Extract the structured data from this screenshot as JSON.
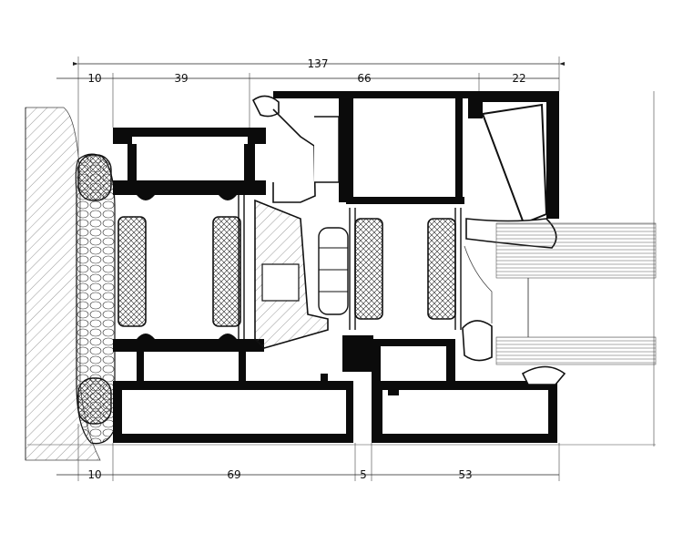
{
  "dimensions": {
    "top": [
      {
        "key": "wall-offset",
        "value": "10"
      },
      {
        "key": "sash-width",
        "value": "39"
      },
      {
        "key": "overall",
        "value": "137"
      },
      {
        "key": "frame-width",
        "value": "66"
      },
      {
        "key": "bead-width",
        "value": "22"
      }
    ],
    "bottom": [
      {
        "key": "wall-offset",
        "value": "10"
      },
      {
        "key": "inner-frame",
        "value": "69"
      },
      {
        "key": "gap",
        "value": "5"
      },
      {
        "key": "outer-frame",
        "value": "53"
      }
    ]
  },
  "colors": {
    "line": "#111111",
    "profile_fill": "#0b0b0b",
    "background": "#ffffff"
  }
}
